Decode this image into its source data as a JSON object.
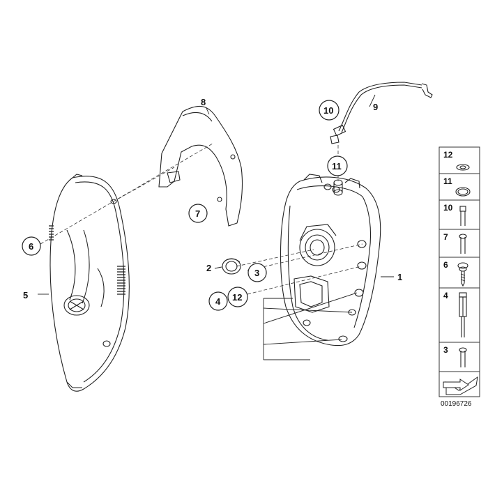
{
  "diagram": {
    "callouts": {
      "c1": "1",
      "c2": "2",
      "c3": "3",
      "c4": "4",
      "c5": "5",
      "c6": "6",
      "c7": "7",
      "c8": "8",
      "c9": "9",
      "c10": "10",
      "c11": "11",
      "c12": "12"
    },
    "legend": {
      "k12": "12",
      "k11": "11",
      "k10": "10",
      "k7": "7",
      "k6": "6",
      "k4": "4",
      "k3": "3"
    },
    "image_code": "00196726"
  }
}
